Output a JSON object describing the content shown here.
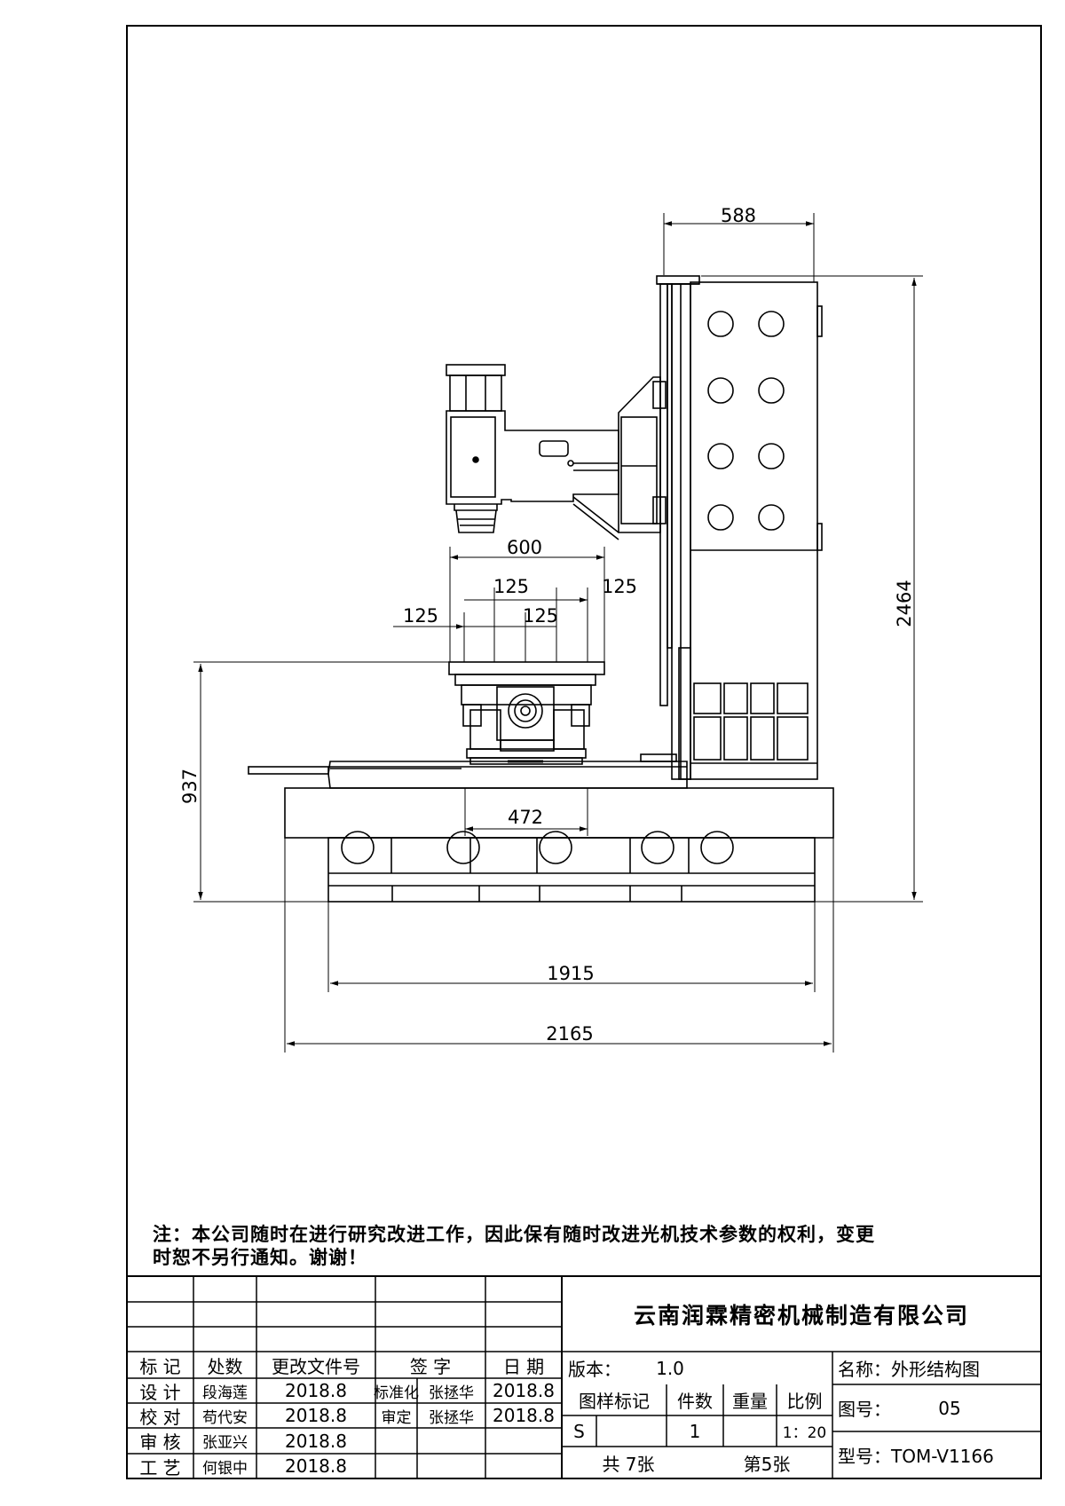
{
  "dimensions": {
    "top_width": "588",
    "table_width": "600",
    "slot_pitch_a": "125",
    "slot_pitch_b": "125",
    "slot_pitch_c": "125",
    "slot_pitch_d": "125",
    "table_height": "937",
    "saddle_width": "472",
    "total_height": "2464",
    "base_width": "1915",
    "overall_width": "2165"
  },
  "note": {
    "line1": "注：本公司随时在进行研究改进工作，因此保有随时改进光机技术参数的权利，变更",
    "line2": "时恕不另行通知。谢谢！"
  },
  "title_block": {
    "headers": [
      "标 记",
      "处数",
      "更改文件号",
      "签 字",
      "日 期"
    ],
    "sign_rows": [
      {
        "role": "设 计",
        "name": "段海莲",
        "date": "2018.8"
      },
      {
        "role": "校 对",
        "name": "苟代安",
        "date": "2018.8"
      },
      {
        "role": "审 核",
        "name": "张亚兴",
        "date": "2018.8"
      },
      {
        "role": "工 艺",
        "name": "何银中",
        "date": "2018.8"
      }
    ],
    "approve_rows": [
      {
        "role": "标准化",
        "name": "张拯华",
        "date": "2018.8"
      },
      {
        "role": "审定",
        "name": "张拯华",
        "date": "2018.8"
      }
    ],
    "company": "云南润霖精密机械制造有限公司",
    "version_label": "版本：",
    "version": "1.0",
    "name_label": "名称：外形结构图",
    "col_headers": [
      "图样标记",
      "件数",
      "重量",
      "比例"
    ],
    "mark": "S",
    "quantity": "1",
    "scale": "1：20",
    "drawing_no_label": "图号：",
    "drawing_no": "05",
    "total_sheets": "共 7张",
    "sheet_no": "第5张",
    "model": "型号：TOM-V1166"
  }
}
